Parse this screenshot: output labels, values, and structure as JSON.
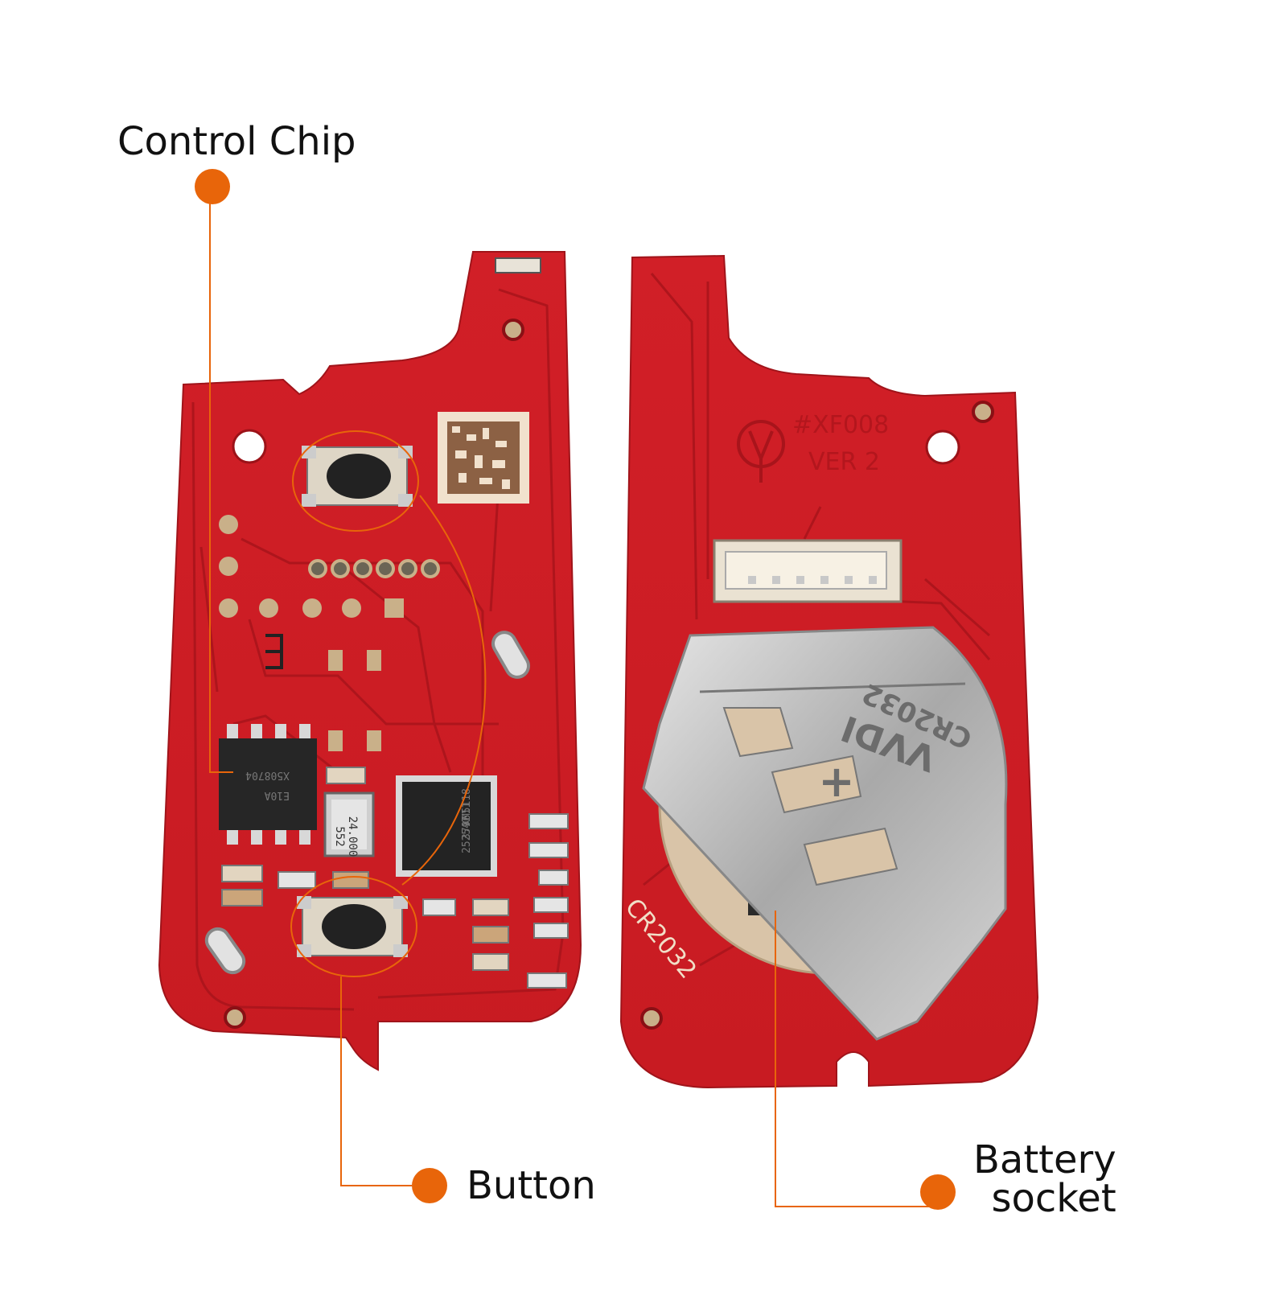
{
  "callouts": {
    "control_chip": "Control Chip",
    "button": "Button",
    "battery_line1": "Battery",
    "battery_line2": "socket"
  },
  "board_front": {
    "crystal_line1": "24.000",
    "crystal_line2": "552",
    "mcu_line1": "XM5118",
    "mcu_line2": "379611",
    "mcu_line3": "252547",
    "eeprom_line1": "X508704",
    "eeprom_line2": "E10A"
  },
  "board_back": {
    "model": "#XF008",
    "version": "VER 2",
    "silk_battery": "CR2032",
    "clip_brand": "VVDI",
    "clip_battery": "CR2032",
    "clip_plus": "+"
  },
  "colors": {
    "pcb": "#d8232a",
    "pcb_dark": "#b5161d",
    "callout": "#e8650a",
    "metal": "#b8b8b8"
  }
}
